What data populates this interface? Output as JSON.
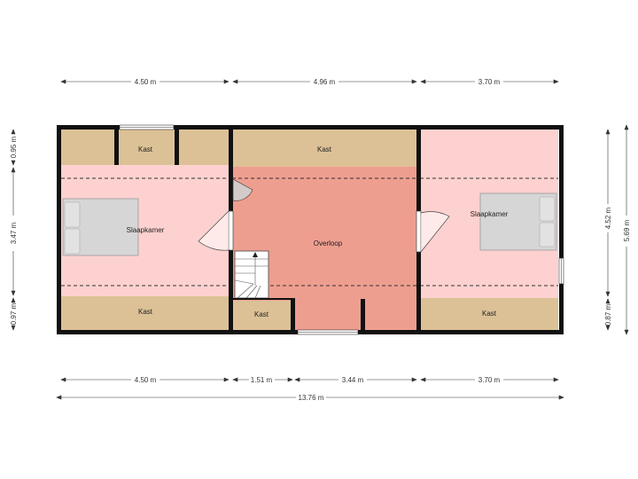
{
  "colors": {
    "wall": "#111111",
    "storage": "#dcc196",
    "bedroom": "#fdd1cf",
    "landing": "#ee9e8f",
    "landing_floor": "#eda294",
    "bed": "#d6d6d6",
    "dim_line": "#333333"
  },
  "rooms": {
    "kast_top_left": "Kast",
    "kast_top_mid": "Kast",
    "bedroom_left": "Slaapkamer",
    "overloop": "Overloop",
    "bedroom_right": "Slaapkamer",
    "kast_bottom_left": "Kast",
    "kast_bottom_stair": "Kast",
    "kast_bottom_right": "Kast"
  },
  "dimensions": {
    "top": [
      "4.50 m",
      "4.96 m",
      "3.70 m"
    ],
    "bottom": [
      "4.50 m",
      "1.51 m",
      "3.44 m",
      "3.70 m"
    ],
    "total": "13.76 m",
    "left": [
      "0.95 m",
      "3.47 m",
      "0.97 m"
    ],
    "right_inner": [
      "4.52 m",
      "0.87 m"
    ],
    "right_outer": "5.69 m"
  }
}
